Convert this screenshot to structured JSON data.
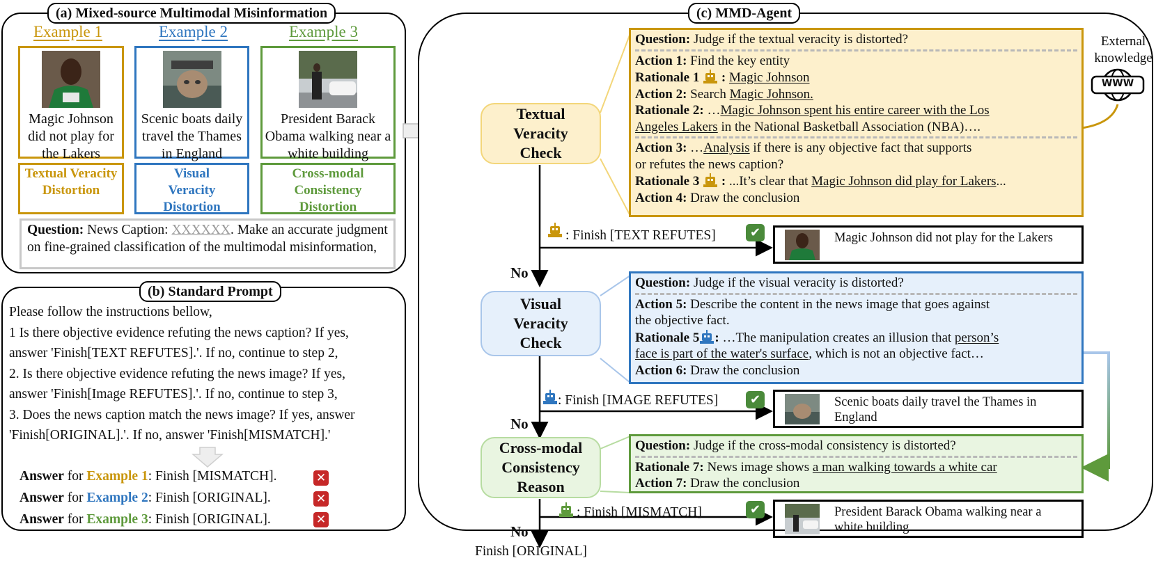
{
  "panel_a": {
    "title": "(a) Mixed-source Multimodal Misinformation",
    "examples": [
      {
        "label": "Example 1",
        "caption": "Magic Johnson did not play for the Lakers",
        "category": "Textual Veracity Distortion",
        "color": "#c9960c"
      },
      {
        "label": "Example 2",
        "caption": "Scenic boats daily travel the Thames in England",
        "category": "Visual Veracity Distortion",
        "color": "#2f76bf"
      },
      {
        "label": "Example 3",
        "caption": "President Barack Obama walking near a white building",
        "category": "Cross-modal Consistency Distortion",
        "color": "#5e9a3c"
      }
    ],
    "question_label": "Question:",
    "question_pre": " News Caption: ",
    "question_placeholder": "XXXXXX",
    "question_post": ". Make an accurate judgment on fine-grained classification of the multimodal misinformation,"
  },
  "panel_b": {
    "title": "(b) Standard Prompt",
    "lines": [
      "Please follow the instructions bellow,",
      "1 Is there objective evidence refuting the news caption? If yes,",
      "answer 'Finish[TEXT REFUTES].'. If no, continue to step 2,",
      "2. Is there objective evidence refuting the news image? If yes,",
      "answer 'Finish[Image REFUTES].'. If no, continue to step 3,",
      "3. Does the news caption match the news image? If yes, answer",
      "'Finish[ORIGINAL].'. If no, answer 'Finish[MISMATCH].'"
    ],
    "answers": [
      {
        "bold": "Answer",
        "for": " for ",
        "example": "Example 1",
        "result": ": Finish [MISMATCH].",
        "color": "#c9960c"
      },
      {
        "bold": "Answer",
        "for": " for ",
        "example": "Example 2",
        "result": ": Finish [ORIGINAL].",
        "color": "#2f76bf"
      },
      {
        "bold": "Answer",
        "for": " for ",
        "example": "Example 3",
        "result": ": Finish [ORIGINAL].",
        "color": "#5e9a3c"
      }
    ],
    "cross_icon": "✕"
  },
  "panel_c": {
    "title": "(c) MMD-Agent",
    "external": {
      "line1": "External",
      "line2": "knowledge",
      "www": "WWW"
    },
    "stages": [
      {
        "name": "Textual Veracity Check",
        "l1": "Textual",
        "l2": "Veracity",
        "l3": "Check"
      },
      {
        "name": "Visual Veracity Check",
        "l1": "Visual",
        "l2": "Veracity",
        "l3": "Check"
      },
      {
        "name": "Cross-modal Consistency Reason",
        "l1": "Cross-modal",
        "l2": "Consistency",
        "l3": "Reason"
      }
    ],
    "textual": {
      "q_label": "Question:",
      "q_text": " Judge if the textual veracity is distorted?",
      "a1_label": "Action 1:",
      "a1_text": " Find the key entity",
      "r1_label": "Rationale 1",
      "r1_colon": " : ",
      "r1_text": "Magic Johnson",
      "a2_label": "Action 2:",
      "a2_pre": " Search ",
      "a2_u": "Magic Johnson.",
      "r2_label": "Rationale 2:",
      "r2_pre": " …",
      "r2_u1": "Magic Johnson spent his entire career with the Los",
      "r2_u2": "Angeles Lakers",
      "r2_post": " in the National Basketball Association (NBA)….",
      "a3_label": "Action 3:",
      "a3_pre": "  …",
      "a3_u": "Analysis",
      "a3_post": " if there is any objective fact that supports",
      "a3_line2": "or refutes the news caption?",
      "r3_label": "Rationale 3",
      "r3_colon": " : ",
      "r3_pre": "...It’s clear that ",
      "r3_u": "Magic Johnson did play for Lakers",
      "r3_post": "...",
      "a4_label": "Action 4:",
      "a4_text": " Draw the conclusion"
    },
    "visual": {
      "q_label": "Question:",
      "q_text": " Judge if the visual veracity is distorted?",
      "a5_label": "Action 5:",
      "a5_text": "  Describe the content in the news image that goes against",
      "a5_line2": "the objective fact.",
      "r5_label": "Rationale 5",
      "r5_colon": ": ",
      "r5_pre": "…The manipulation creates an illusion that ",
      "r5_u1": "person’s",
      "r5_u2": "face is part of the water's surface",
      "r5_post": ", which is not an objective fact…",
      "a6_label": "Action 6:",
      "a6_text": " Draw the conclusion"
    },
    "cross": {
      "q_label": "Question:",
      "q_text": " Judge if the cross-modal consistency is distorted?",
      "r7_label": "Rationale 7:",
      "r7_pre": " News image shows ",
      "r7_u": "a man walking towards a white car",
      "a7_label": "Action 7:",
      "a7_text": " Draw the conclusion"
    },
    "finishes": [
      {
        "text": ": Finish [TEXT REFUTES]",
        "result": "Magic Johnson did not play for the Lakers"
      },
      {
        "text": ": Finish [IMAGE REFUTES]",
        "result": "Scenic boats daily travel the Thames in England"
      },
      {
        "text": ": Finish [MISMATCH]",
        "result": "President Barack Obama walking near a white building"
      }
    ],
    "no_label": "No",
    "final": "Finish [ORIGINAL]",
    "check_icon": "✔"
  },
  "colors": {
    "gold": "#c9960c",
    "blue": "#2f76bf",
    "green": "#5e9a3c",
    "gold_fill": "#fdf0cc",
    "blue_fill": "#e6f0fb",
    "green_fill": "#e9f5e1"
  }
}
